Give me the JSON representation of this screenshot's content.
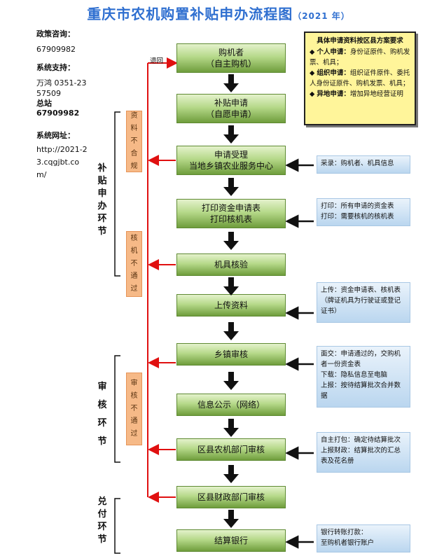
{
  "title": "重庆市农机购置补贴申办流程图",
  "year": "（2021 年）",
  "contacts": {
    "policy_label": "政策咨询：",
    "policy_phone": "67909982",
    "support_label": "系统支持：",
    "support_text": "万鸿 0351-2357509",
    "hq_label": "总站",
    "hq_phone": "67909982",
    "url_label": "系统网址：",
    "url": "http://2021-23.cqgjbt.com/"
  },
  "requirements": {
    "title": "具体申请资料按区县方案要求",
    "items": [
      {
        "bullet": "◆",
        "name": "个人申请：",
        "text": "身份证原件、购机发票、机具；"
      },
      {
        "bullet": "◆",
        "name": "组织申请：",
        "text": "组织证件原件、委托人身份证原件、购机发票、机具；"
      },
      {
        "bullet": "◆",
        "name": "异地申请：",
        "text": "增加异地经营证明"
      }
    ]
  },
  "steps": [
    {
      "line1": "购机者",
      "line2": "（自主购机）"
    },
    {
      "line1": "补贴申请",
      "line2": "（自愿申请）"
    },
    {
      "line1": "申请受理",
      "line2": "当地乡镇农业服务中心"
    },
    {
      "line1": "打印资金申请表",
      "line2": "打印核机表"
    },
    {
      "line1": "机具核验",
      "line2": ""
    },
    {
      "line1": "上传资料",
      "line2": ""
    },
    {
      "line1": "乡镇审核",
      "line2": ""
    },
    {
      "line1": "信息公示（网络）",
      "line2": ""
    },
    {
      "line1": "区县农机部门审核",
      "line2": ""
    },
    {
      "line1": "区县财政部门审核",
      "line2": ""
    },
    {
      "line1": "结算银行",
      "line2": ""
    }
  ],
  "notes": [
    {
      "lines": [
        "采录：购机者、机具信息"
      ]
    },
    {
      "lines": [
        "打印：所有申请的资金表",
        "打印：需要核机的核机表"
      ]
    },
    {
      "lines": [
        "上传：资金申请表、核机表",
        "（牌证机具为行驶证或登记证书）"
      ]
    },
    {
      "lines": [
        "面交：申请通过的，交购机者一份资金表",
        "下载：隐私信息至电脑",
        "上报：按待结算批次合并数据"
      ]
    },
    {
      "lines": [
        "自主打包：确定待结算批次",
        "上报财政：结算批次的汇总表及花名册"
      ]
    },
    {
      "lines": [
        "银行转账打款：",
        "至购机者银行账户"
      ]
    }
  ],
  "reject_labels": [
    "资料不合规",
    "核机不通过",
    "审核不通过"
  ],
  "return_label": "退回",
  "sections": [
    "补贴申办环节",
    "审核环节",
    "兑付环节"
  ],
  "colors": {
    "title": "#2f6fd0",
    "step_fill": "#9cc96c",
    "note_fill": "#c6dcf1",
    "reject_fill": "#f6b987",
    "requirements_fill": "#fff59a",
    "return_line": "#e01010"
  }
}
